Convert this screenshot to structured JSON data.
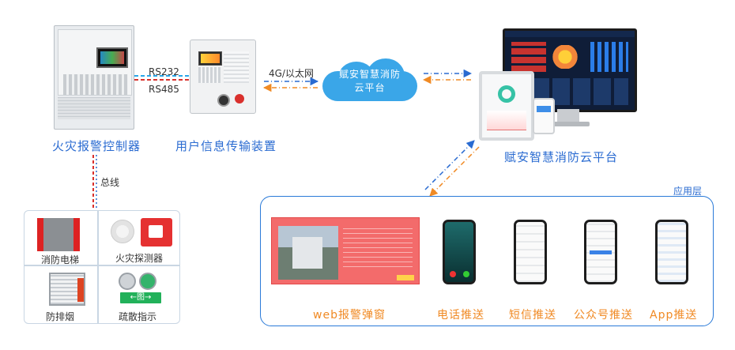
{
  "labels": {
    "rs232": "RS232",
    "rs485": "RS485",
    "network": "4G/以太网",
    "controller": "火灾报警控制器",
    "transmitter": "用户信息传输装置",
    "cloud_line1": "赋安智慧消防",
    "cloud_line2": "云平台",
    "platform": "赋安智慧消防云平台",
    "bus": "总线",
    "app_layer": "应用层"
  },
  "equipment": [
    {
      "label": "消防电梯"
    },
    {
      "label": "火灾探测器"
    },
    {
      "label": "防排烟"
    },
    {
      "label": "疏散指示"
    }
  ],
  "exit_sign": "←图→",
  "apps": [
    {
      "label": "web报警弹窗"
    },
    {
      "label": "电话推送"
    },
    {
      "label": "短信推送"
    },
    {
      "label": "公众号推送"
    },
    {
      "label": "App推送"
    }
  ],
  "colors": {
    "blue": "#2a6bd1",
    "orange": "#f08a24",
    "red": "#d9302c",
    "cloud": "#3aa6e8"
  }
}
